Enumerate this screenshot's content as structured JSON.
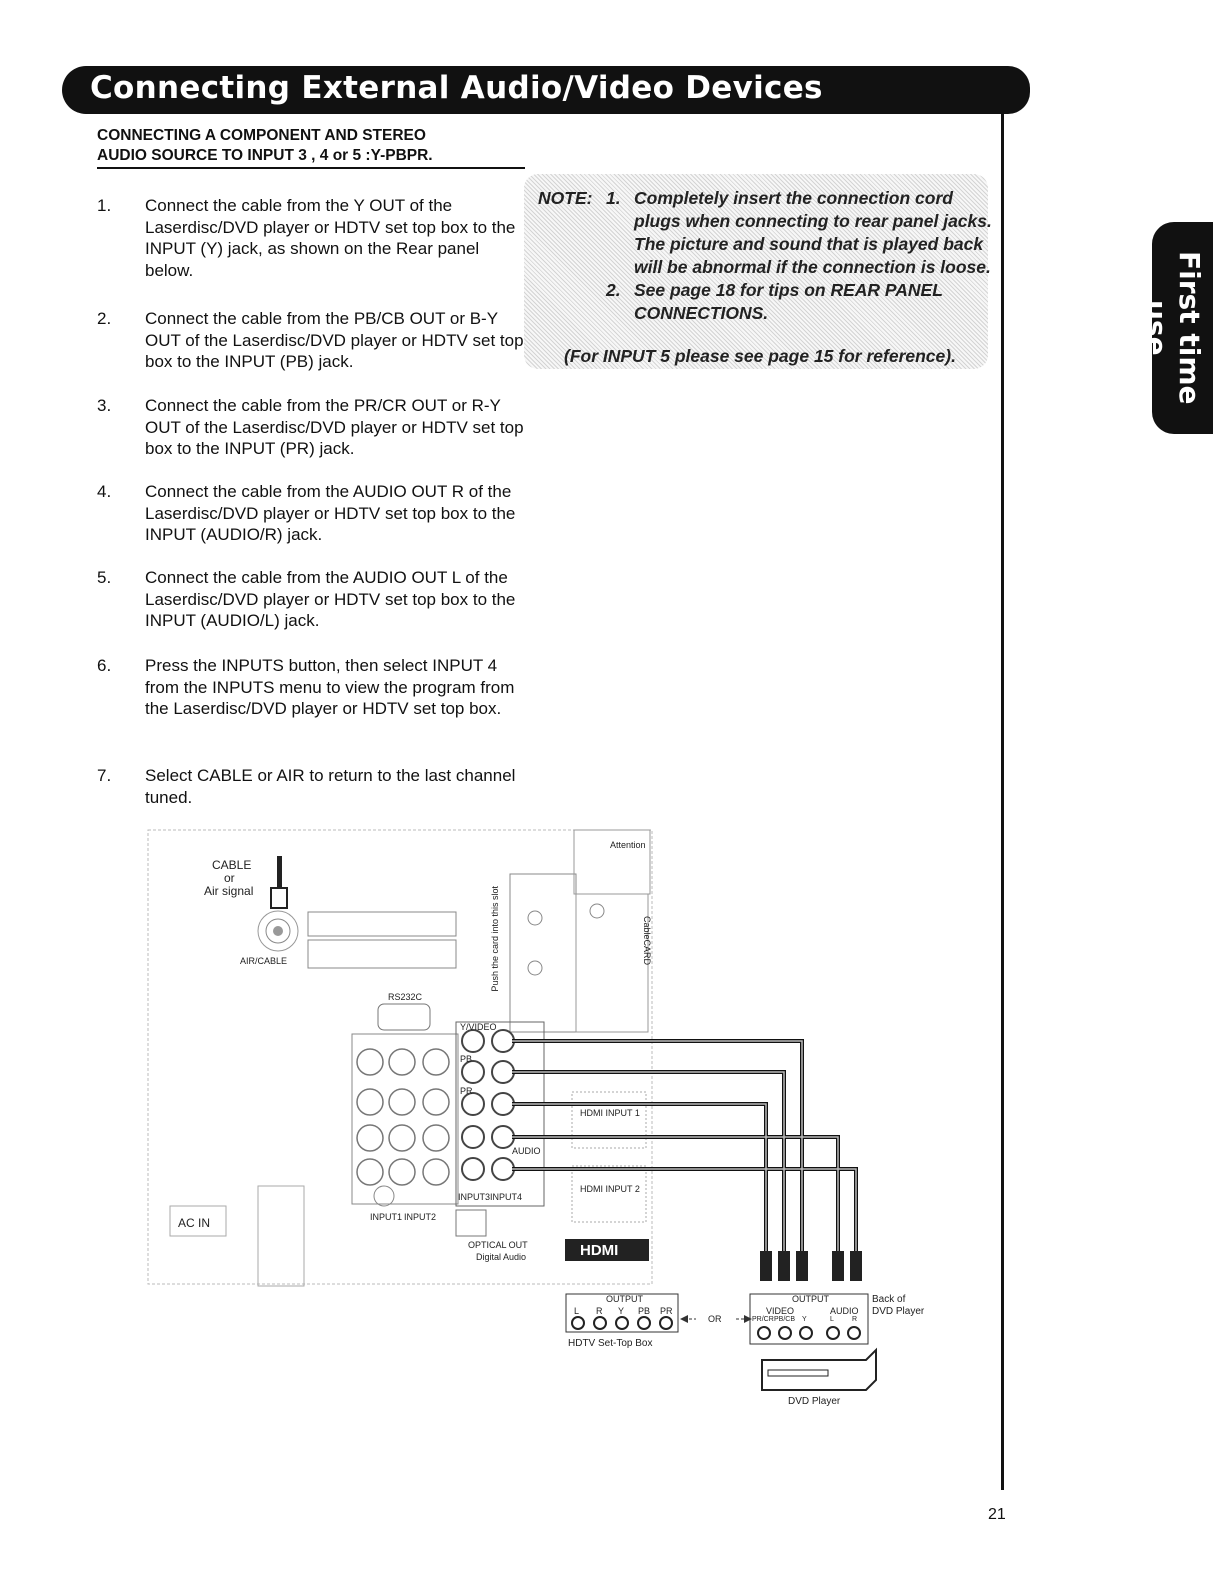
{
  "header": {
    "title": "Connecting External Audio/Video Devices"
  },
  "side_tab": {
    "label": "First time use"
  },
  "section": {
    "title_line1": "CONNECTING A COMPONENT AND STEREO",
    "title_line2": "AUDIO SOURCE TO INPUT 3 , 4 or 5  :Y-PBPR."
  },
  "steps": [
    {
      "num": "1.",
      "text": "Connect the cable from the Y OUT of the Laserdisc/DVD player or HDTV set top box to the INPUT (Y) jack, as shown on the Rear panel below."
    },
    {
      "num": "2.",
      "text": "Connect the cable from the PB/CB OUT or B-Y OUT of the Laserdisc/DVD player or HDTV set top box to the INPUT (PB) jack."
    },
    {
      "num": "3.",
      "text": "Connect the cable from the PR/CR OUT or R-Y OUT of the Laserdisc/DVD player or HDTV set top box to the INPUT (PR) jack."
    },
    {
      "num": "4.",
      "text": "Connect the cable from the AUDIO OUT R of the Laserdisc/DVD player or HDTV set top box to the INPUT (AUDIO/R) jack."
    },
    {
      "num": "5.",
      "text": "Connect the cable from the AUDIO OUT L of the Laserdisc/DVD player or HDTV set top box to the INPUT (AUDIO/L) jack."
    },
    {
      "num": "6.",
      "text": "Press the INPUTS button, then select INPUT 4 from the INPUTS menu to view the program from the Laserdisc/DVD player or HDTV set top box."
    },
    {
      "num": "7.",
      "text": "Select CABLE or AIR to return to the last channel tuned."
    }
  ],
  "note": {
    "label": "NOTE:",
    "item1_num": "1.",
    "item1_lines": [
      "Completely insert the connection cord",
      "plugs when connecting to rear panel jacks.",
      "The picture and sound that is played back",
      "will be abnormal if the connection is loose."
    ],
    "item2_num": "2.",
    "item2_lines": [
      "See page 18 for tips on REAR PANEL",
      "CONNECTIONS."
    ],
    "footer": "(For INPUT 5 please see page 15 for reference)."
  },
  "diagram": {
    "cable_label_lines": [
      "CABLE",
      "or",
      "Air signal"
    ],
    "air_cable": "AIR/CABLE",
    "rs232c": "RS232C",
    "attention": "Attention",
    "cablecard": "CableCARD",
    "push_card_text": "Push the card into this slot",
    "ac_in": "AC IN",
    "input3": "INPUT3",
    "input4": "INPUT4",
    "input1": "INPUT1",
    "input2": "INPUT2",
    "y_video": "Y/VIDEO",
    "pb": "PB",
    "pr": "PR",
    "audio": "AUDIO",
    "hdmi_input1": "HDMI INPUT 1",
    "hdmi_input2": "HDMI INPUT 2",
    "hdmi_logo": "HDMI",
    "optical_out": "OPTICAL OUT",
    "digital_audio": "Digital Audio",
    "stb_output": "OUTPUT",
    "stb_jacks": [
      "L",
      "R",
      "Y",
      "PB",
      "PR"
    ],
    "stb_label": "HDTV Set-Top Box",
    "or_text": "OR",
    "dvd_output": "OUTPUT",
    "dvd_video": "VIDEO",
    "dvd_audio": "AUDIO",
    "dvd_jacks": [
      "PR/CR",
      "PB/CB",
      "Y",
      "L",
      "R"
    ],
    "back_of_dvd_lines": [
      "Back of",
      "DVD Player"
    ],
    "dvd_label": "DVD Player"
  },
  "page_number": "21"
}
